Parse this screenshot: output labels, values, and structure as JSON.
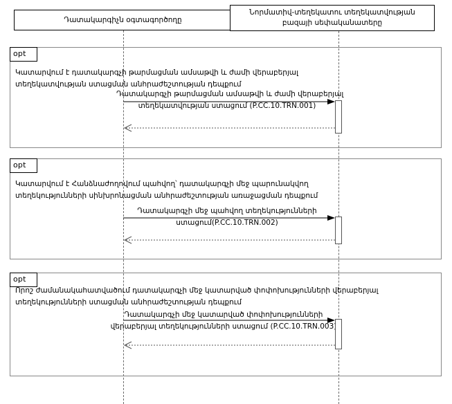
{
  "diagram": {
    "type": "uml-sequence-diagram",
    "participants": [
      {
        "id": "user",
        "name": "Դատակարգիչն օգտագործողը"
      },
      {
        "id": "owner",
        "name": "Նորմատիվ-տեղեկատու տեղեկատվության բազայի սեփականատերը"
      }
    ],
    "fragments": [
      {
        "operator": "opt",
        "guard_lines": [
          "Կատարվում է դատակարգչի թարմացման ամսաթվի և ժամի վերաբերյալ",
          "տեղեկատվության ստացման անհրաժեշտության դեպքում"
        ],
        "message_lines": [
          "Դատակարգչի թարմացման ամսաթվի և ժամի վերաբերյալ",
          "տեղեկատվության ստացում (P.CC.10.TRN.001)"
        ],
        "message_code": "P.CC.10.TRN.001"
      },
      {
        "operator": "opt",
        "guard_lines": [
          "Կատարվում է Հանձնաժողովում պահվող՝ դատակարգչի մեջ պարունակվող",
          "տեղեկությունների սինխրոնացման անհրաժեշտության առաջացման դեպքում"
        ],
        "message_lines": [
          "Դատակարգչի մեջ պահվող տեղեկությունների",
          "ստացում(P.CC.10.TRN.002)"
        ],
        "message_code": "P.CC.10.TRN.002"
      },
      {
        "operator": "opt",
        "guard_lines": [
          "Որոշ ժամանակահատվածում դատակարգչի մեջ կատարված փոփոխությունների վերաբերյալ",
          "տեղեկությունների ստացման անհրաժեշտության դեպքում"
        ],
        "message_lines": [
          "Դատակարգչի մեջ կատարված փոփոխությունների",
          "վերաբերյալ տեղեկությունների ստացում (P.CC.10.TRN.003)"
        ],
        "message_code": "P.CC.10.TRN.003"
      }
    ],
    "colors": {
      "line": "#000000",
      "fragment_border": "#878787",
      "lifeline": "#6a6a6a",
      "background": "#ffffff"
    }
  }
}
